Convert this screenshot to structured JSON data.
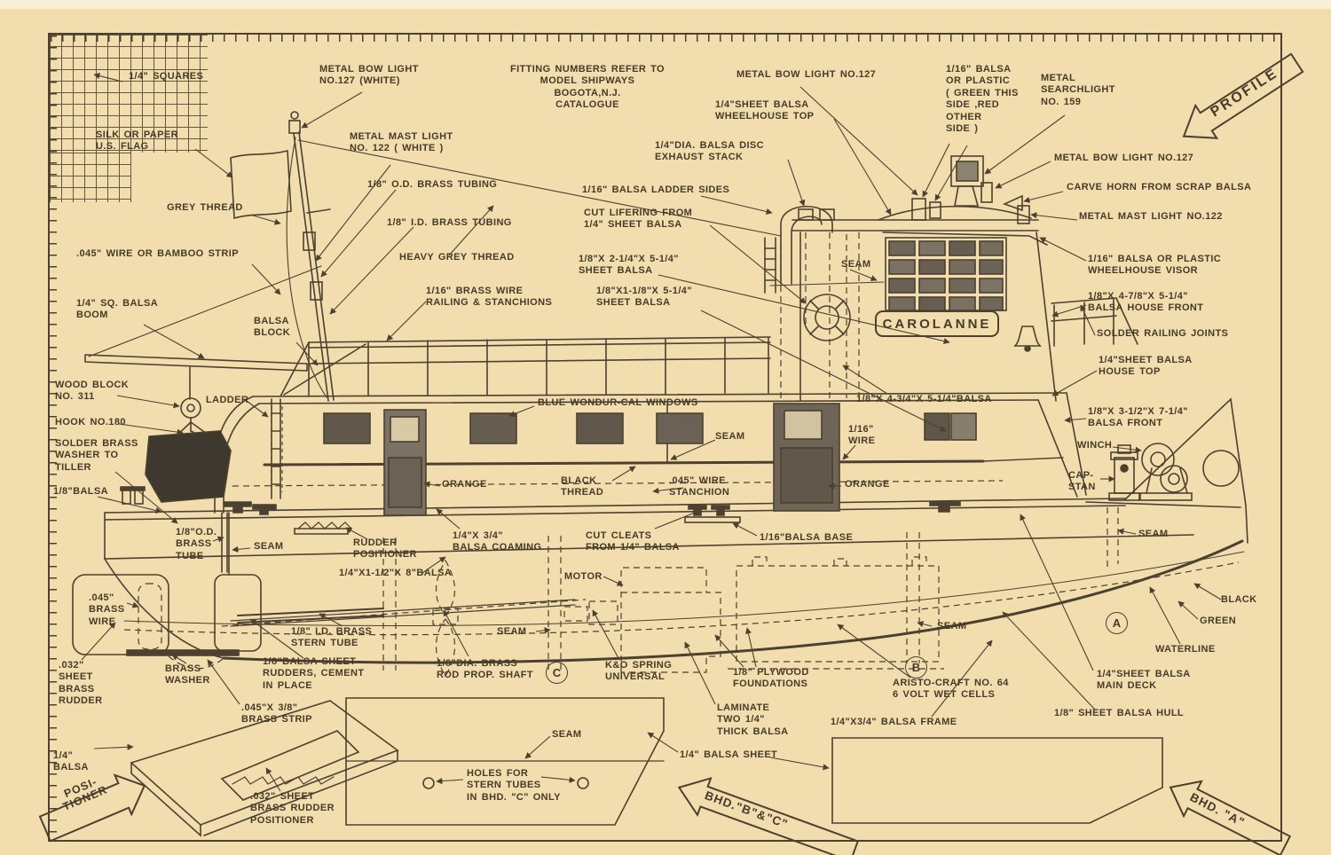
{
  "colors": {
    "paper": "#f2ddae",
    "ink": "#4c4030",
    "window_fill": "#5f584a",
    "dark_block": "#3e382e"
  },
  "nameplate": "CAROLANNE",
  "bulkhead_markers": {
    "a": "A",
    "b": "B",
    "c": "C"
  },
  "banners": {
    "profile": "PROFILE",
    "positioner": "POSI-\nTIONER",
    "bhd_bc": "BHD.\"B\"&\"C\"",
    "bhd_a": "BHD. \"A\""
  },
  "labels": {
    "quarter_squares": "1/4\" SQUARES",
    "metal_bow_light_white": "METAL BOW LIGHT\nNO.127 (WHITE)",
    "fitting_numbers": "FITTING NUMBERS REFER TO\nMODEL SHIPWAYS\nBOGOTA,N.J.\nCATALOGUE",
    "bow_light_127_top": "METAL BOW LIGHT NO.127",
    "balsa_green_red": "1/16\" BALSA\nOR PLASTIC\n( GREEN THIS\nSIDE ,RED\nOTHER\nSIDE )",
    "searchlight": "METAL\nSEARCHLIGHT\nNO. 159",
    "silk_flag": "SILK OR PAPER\nU.S. FLAG",
    "mast_light_white": "METAL MAST LIGHT\nNO. 122 ( WHITE )",
    "wheelhouse_top": "1/4\"SHEET BALSA\nWHEELHOUSE TOP",
    "exhaust_stack": "1/4\"DIA. BALSA DISC\nEXHAUST STACK",
    "bow_light_127_right": "METAL BOW LIGHT NO.127",
    "grey_thread": "GREY THREAD",
    "od_tubing": "1/8\" O.D. BRASS TUBING",
    "carve_horn": "CARVE HORN FROM SCRAP BALSA",
    "id_tubing": "1/8\" I.D. BRASS TUBING",
    "mast_light_122": "METAL MAST LIGHT NO.122",
    "ladder_sides": "1/16\" BALSA LADDER SIDES",
    "cut_lifering": "CUT LIFERING FROM\n1/4\" SHEET BALSA",
    "wire_bamboo": ".045\" WIRE OR BAMBOO STRIP",
    "heavy_grey": "HEAVY GREY THREAD",
    "sheet_2q": "1/8\"X 2-1/4\"X 5-1/4\"\nSHEET BALSA",
    "visor": "1/16\" BALSA OR PLASTIC\nWHEELHOUSE VISOR",
    "seam_wheelhouse": "SEAM",
    "boom": "1/4\" SQ. BALSA\nBOOM",
    "railing": "1/16\" BRASS WIRE\nRAILING & STANCHIONS",
    "sheet_118": "1/8\"X1-1/8\"X 5-1/4\"\nSHEET BALSA",
    "house_front_478": "1/8\"X 4-7/8\"X 5-1/4\"\nBALSA HOUSE FRONT",
    "balsa_block": "BALSA\nBLOCK",
    "solder_joints": "SOLDER RAILING JOINTS",
    "house_top": "1/4\"SHEET BALSA\nHOUSE TOP",
    "wood_block": "WOOD BLOCK\nNO. 311",
    "ladder": "LADDER",
    "wondur_cal": "BLUE WONDUR-CAL WINDOWS",
    "balsa_434": "1/8\"X 4-3/4\"X 5-1/4\"BALSA",
    "balsa_front_312": "1/8\"X 3-1/2\"X 7-1/4\"\nBALSA FRONT",
    "hook_180": "HOOK NO.180",
    "seam_cabin": "SEAM",
    "wire_116": "1/16\"\nWIRE",
    "winch": "WINCH",
    "solder_washer": "SOLDER BRASS\nWASHER TO\nTILLER",
    "capstan": "CAP-\nSTAN",
    "balsa_18": "1/8\"BALSA",
    "orange_left": "ORANGE",
    "black_thread": "BLACK\nTHREAD",
    "stanchion_045": ".045\" WIRE\nSTANCHION",
    "orange_right": "ORANGE",
    "od_tube": "1/8\"O.D.\nBRASS\nTUBE",
    "seam_stern": "SEAM",
    "rudder_positioner": "RUDDER\nPOSITIONER",
    "coaming": "1/4\"X 3/4\"\nBALSA COAMING",
    "cut_cleats": "CUT CLEATS\nFROM 1/4\" BALSA",
    "balsa_base": "1/16\"BALSA BASE",
    "seam_bow": "SEAM",
    "balsa_8": "1/4\"X1-1/2\"X 8\"BALSA",
    "motor": "MOTOR",
    "seam_batt": "SEAM",
    "wire_045": ".045\"\nBRASS\nWIRE",
    "stern_tube": "1/8\" I.D. BRASS\nSTERN TUBE",
    "seam_keel": "SEAM",
    "black": "BLACK",
    "green": "GREEN",
    "waterline": "WATERLINE",
    "rudder_032": ".032\"\nSHEET\nBRASS\nRUDDER",
    "brass_washer": "BRASS\nWASHER",
    "rudders_cement": "1/8\"BALSA SHEET\nRUDDERS, CEMENT\nIN PLACE",
    "prop_shaft": "1/8\"DIA. BRASS\nROD PROP. SHAFT",
    "ko_spring": "K&O SPRING\nUNIVERSAL",
    "plywood": "1/8\" PLYWOOD\nFOUNDATIONS",
    "aristo": "ARISTO-CRAFT NO. 64\n6 VOLT WET CELLS",
    "main_deck": "1/4\"SHEET BALSA\nMAIN DECK",
    "brass_strip": ".045\"X 3/8\"\nBRASS STRIP",
    "balsa_hull": "1/8\" SHEET BALSA HULL",
    "laminate": "LAMINATE\nTWO 1/4\"\nTHICK BALSA",
    "balsa_frame": "1/4\"X3/4\" BALSA FRAME",
    "quarter_balsa": "1/4\"\nBALSA",
    "seam_template": "SEAM",
    "balsa_sheet_14": "1/4\" BALSA SHEET",
    "holes_stern": "HOLES FOR\nSTERN TUBES\nIN BHD. \"C\" ONLY",
    "rudder_pos_032": ".032\" SHEET\nBRASS RUDDER\nPOSITIONER"
  }
}
